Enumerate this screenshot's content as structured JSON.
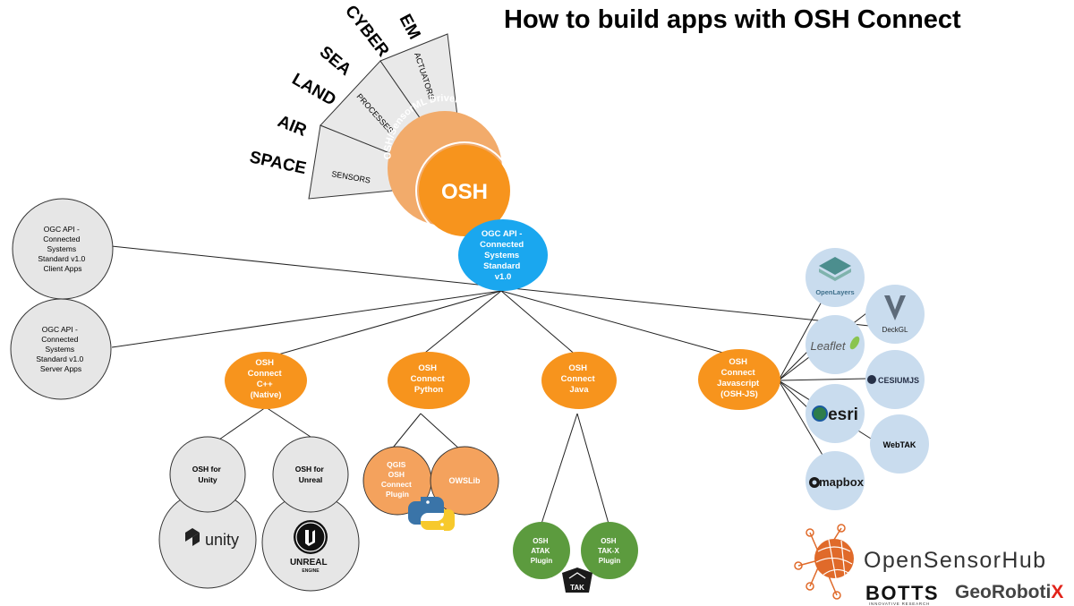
{
  "title": "How to build apps with OSH Connect",
  "domains": [
    "SPACE",
    "AIR",
    "LAND",
    "SEA",
    "CYBER",
    "EM"
  ],
  "fan_labels": [
    "SENSORS",
    "PROCESSES",
    "ACTUATORS"
  ],
  "osh_drivers": "OSH/SensorML Drivers",
  "osh_core": "OSH",
  "api_center": [
    "OGC API -",
    "Connected",
    "Systems",
    "Standard",
    "v1.0"
  ],
  "client_apps": [
    "OGC API -",
    "Connected",
    "Systems",
    "Standard v1.0",
    "Client Apps"
  ],
  "server_apps": [
    "OGC API -",
    "Connected",
    "Systems",
    "Standard v1.0",
    "Server Apps"
  ],
  "connect_cpp": [
    "OSH",
    "Connect",
    "C++",
    "(Native)"
  ],
  "connect_python": [
    "OSH",
    "Connect",
    "Python"
  ],
  "connect_java": [
    "OSH",
    "Connect",
    "Java"
  ],
  "connect_js": [
    "OSH",
    "Connect",
    "Javascript",
    "(OSH-JS)"
  ],
  "unity_node": [
    "OSH for",
    "Unity"
  ],
  "unreal_node": [
    "OSH for",
    "Unreal"
  ],
  "unity_logo": "unity",
  "unreal_logo": [
    "UNREAL",
    "ENGINE"
  ],
  "qgis_node": [
    "QGIS",
    "OSH",
    "Connect",
    "Plugin"
  ],
  "owslib_node": "OWSLib",
  "atak_node": [
    "OSH",
    "ATAK",
    "Plugin"
  ],
  "takx_node": [
    "OSH",
    "TAK-X",
    "Plugin"
  ],
  "tak_logo": "TAK",
  "js_libs": {
    "openlayers": "OpenLayers",
    "deckgl": "DeckGL",
    "leaflet": "Leaflet",
    "cesium": "CESIUMJS",
    "esri": "esri",
    "webtak": "WebTAK",
    "mapbox": "mapbox"
  },
  "brand": {
    "opensensorhub": "OpenSensorHub",
    "botts": "BOTTS",
    "botts_sub": "INNOVATIVE RESEARCH",
    "georobotix_a": "GeoRoboti",
    "georobotix_b": "X"
  },
  "colors": {
    "orange": "#f7941d",
    "orange_light": "#f2ab6b",
    "blue": "#1aa7ef",
    "green": "#5c9b3e",
    "gray": "#e6e6e6",
    "light_blue": "#c9dcee"
  }
}
